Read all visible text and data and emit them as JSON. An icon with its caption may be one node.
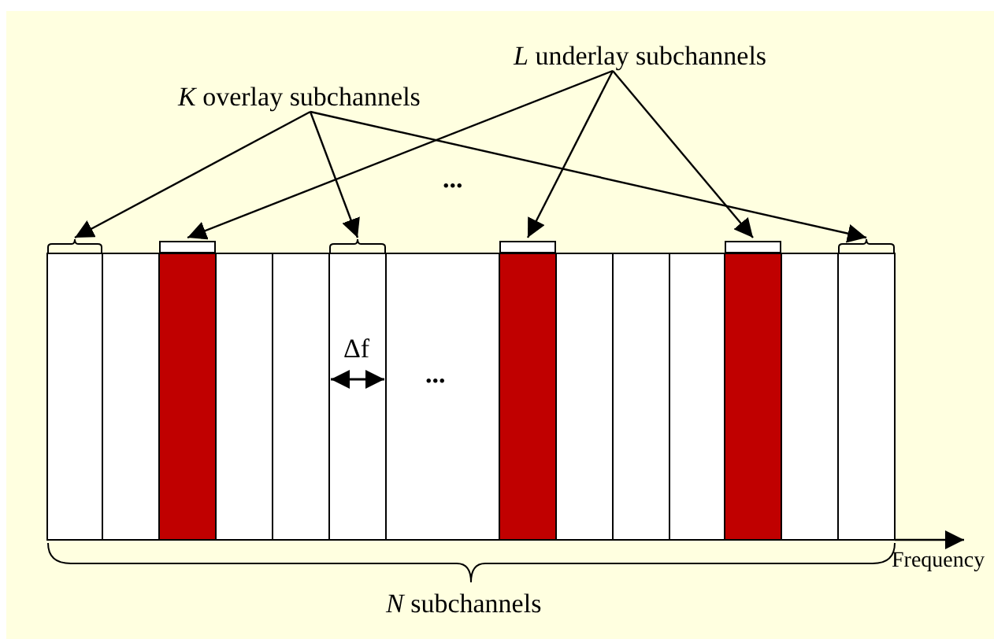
{
  "diagram": {
    "nodes": [
      {
        "text": [
          "*K* overlay subchannels"
        ]
      },
      {
        "text": [
          "*L* underlay subchannels"
        ]
      },
      {
        "text": [],
        "shape": "bar"
      },
      {
        "text": [],
        "shape": "bar"
      },
      {
        "text": [],
        "shape": "bar"
      },
      {
        "text": [],
        "shape": "bar"
      },
      {
        "text": [],
        "shape": "bar"
      },
      {
        "text": [],
        "shape": "bar"
      }
    ],
    "edges": [
      {
        "from": 0,
        "to": 2,
        "arrow": "to"
      },
      {
        "from": 0,
        "to": 4,
        "arrow": "to"
      },
      {
        "from": 0,
        "to": 7,
        "arrow": "to"
      },
      {
        "from": 1,
        "to": 3,
        "arrow": "to"
      },
      {
        "from": 1,
        "to": 5,
        "arrow": "to"
      },
      {
        "from": 1,
        "to": 6,
        "arrow": "to"
      }
    ],
    "labels": [
      "...",
      "Δf",
      "...",
      "Frequency",
      "*N* subchannels"
    ]
  }
}
